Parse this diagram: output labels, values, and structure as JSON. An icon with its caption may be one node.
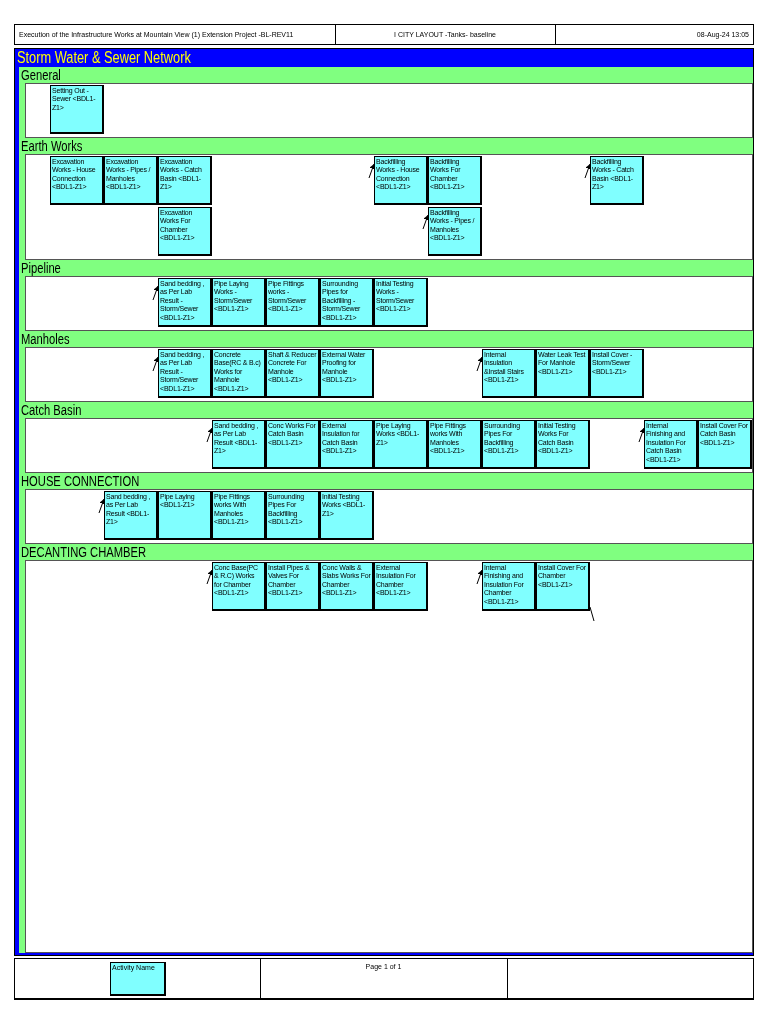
{
  "diagram": {
    "nodes": [
      {
        "text": [
          "Storm Water & Sewer Network"
        ]
      },
      {
        "text": [
          "General"
        ],
        "in": 0
      },
      {
        "text": [
          "Setting Out - Sewer <BDL1-Z1>"
        ],
        "in": 1
      },
      {
        "text": [
          "Earth Works"
        ],
        "in": 0
      },
      {
        "text": [
          "Excavation Works - House Connection <BDL1-Z1>"
        ],
        "in": 3
      },
      {
        "text": [
          "Excavation Works - Pipes / Manholes <BDL1-Z1>"
        ],
        "in": 3
      },
      {
        "text": [
          "Excavation Works - Catch Basin <BDL1-Z1>"
        ],
        "in": 3
      },
      {
        "text": [
          "Excavation Works For Chamber <BDL1-Z1>"
        ],
        "in": 3
      },
      {
        "text": [
          "Backfilling Works - House Connection <BDL1-Z1>"
        ],
        "in": 3
      },
      {
        "text": [
          "Backfilling Works For Chamber <BDL1-Z1>"
        ],
        "in": 3
      },
      {
        "text": [
          "Backfilling Works - Pipes / Manholes <BDL1-Z1>"
        ],
        "in": 3
      },
      {
        "text": [
          "Backfilling Works - Catch Basin <BDL1-Z1>"
        ],
        "in": 3
      },
      {
        "text": [
          "Pipeline"
        ],
        "in": 0
      },
      {
        "text": [
          "Sand bedding , as Per Lab Result - Storm/Sewer <BDL1-Z1>"
        ],
        "in": 12
      },
      {
        "text": [
          "Pipe Laying Works - Storm/Sewer <BDL1-Z1>"
        ],
        "in": 12
      },
      {
        "text": [
          "Pipe Fittings works - Storm/Sewer <BDL1-Z1>"
        ],
        "in": 12
      },
      {
        "text": [
          "Surrounding Pipes for Backfilling - Storm/Sewer <BDL1-Z1>"
        ],
        "in": 12
      },
      {
        "text": [
          "Initial Testing Works - Storm/Sewer <BDL1-Z1>"
        ],
        "in": 12
      },
      {
        "text": [
          "Manholes"
        ],
        "in": 0
      },
      {
        "text": [
          "Sand bedding , as Per Lab Result - Storm/Sewer <BDL1-Z1>"
        ],
        "in": 18
      },
      {
        "text": [
          "Concrete Base(RC & B.c) Works for Manhole <BDL1-Z1>"
        ],
        "in": 18
      },
      {
        "text": [
          "Shaft & Reducer Concrete For Manhole <BDL1-Z1>"
        ],
        "in": 18
      },
      {
        "text": [
          "External Water Proofing for Manhole <BDL1-Z1>"
        ],
        "in": 18
      },
      {
        "text": [
          "Internal Insulation &Install Stairs <BDL1-Z1>"
        ],
        "in": 18
      },
      {
        "text": [
          "Water Leak Test For Manhole <BDL1-Z1>"
        ],
        "in": 18
      },
      {
        "text": [
          "Install Cover - Storm/Sewer <BDL1-Z1>"
        ],
        "in": 18
      },
      {
        "text": [
          "Catch Basin"
        ],
        "in": 0
      },
      {
        "text": [
          "Sand bedding , as Per Lab Result <BDL1-Z1>"
        ],
        "in": 26
      },
      {
        "text": [
          "Conc Works For Catch Basin <BDL1-Z1>"
        ],
        "in": 26
      },
      {
        "text": [
          "External Insulation for Catch Basin <BDL1-Z1>"
        ],
        "in": 26
      },
      {
        "text": [
          "Pipe Laying Works <BDL1-Z1>"
        ],
        "in": 26
      },
      {
        "text": [
          "Pipe Fittings works With Manholes <BDL1-Z1>"
        ],
        "in": 26
      },
      {
        "text": [
          "Surrounding Pipes For Backfilling <BDL1-Z1>"
        ],
        "in": 26
      },
      {
        "text": [
          "Initial Testing Works For Catch Basin <BDL1-Z1>"
        ],
        "in": 26
      },
      {
        "text": [
          "Internal Finishing and Insulation For Catch Basin <BDL1-Z1>"
        ],
        "in": 26
      },
      {
        "text": [
          "Install Cover For Catch Basin <BDL1-Z1>"
        ],
        "in": 26
      },
      {
        "text": [
          "HOUSE CONNECTION"
        ],
        "in": 0
      },
      {
        "text": [
          "Sand bedding , as Per Lab Result <BDL1-Z1>"
        ],
        "in": 36
      },
      {
        "text": [
          "Pipe Laying <BDL1-Z1>"
        ],
        "in": 36
      },
      {
        "text": [
          "Pipe Fittings works With Manholes <BDL1-Z1>"
        ],
        "in": 36
      },
      {
        "text": [
          "Surrounding Pipes For Backfilling <BDL1-Z1>"
        ],
        "in": 36
      },
      {
        "text": [
          "Initial Testing Works <BDL1-Z1>"
        ],
        "in": 36
      },
      {
        "text": [
          "DECANTING CHAMBER"
        ],
        "in": 0
      },
      {
        "text": [
          "Conc Base(PC & R.C) Works for Chamber <BDL1-Z1>"
        ],
        "in": 42
      },
      {
        "text": [
          "Install Pipes & Valves For Chamber <BDL1-Z1>"
        ],
        "in": 42
      },
      {
        "text": [
          "Conc Walls & Slabs Works For Chamber <BDL1-Z1>"
        ],
        "in": 42
      },
      {
        "text": [
          "External Insulation For Chamber <BDL1-Z1>"
        ],
        "in": 42
      },
      {
        "text": [
          "Internal Finishing and Insulation For Chamber <BDL1-Z1>"
        ],
        "in": 42
      },
      {
        "text": [
          "Install Cover For Chamber <BDL1-Z1>"
        ],
        "in": 42
      }
    ],
    "edges": [
      {
        "from": null,
        "to": 8,
        "arrow": "to"
      },
      {
        "from": null,
        "to": 10,
        "arrow": "to"
      },
      {
        "from": null,
        "to": 11,
        "arrow": "to"
      },
      {
        "from": null,
        "to": 13,
        "arrow": "to"
      },
      {
        "from": null,
        "to": 19,
        "arrow": "to"
      },
      {
        "from": null,
        "to": 23,
        "arrow": "to"
      },
      {
        "from": null,
        "to": 27,
        "arrow": "to"
      },
      {
        "from": null,
        "to": 34,
        "arrow": "to"
      },
      {
        "from": null,
        "to": 37,
        "arrow": "to"
      },
      {
        "from": null,
        "to": 43,
        "arrow": "to"
      },
      {
        "from": null,
        "to": 47,
        "arrow": "to"
      },
      {
        "from": 48,
        "to": null,
        "arrow": "none"
      }
    ],
    "labels": [
      "Execution of the Infrastructure Works at Mountain View (1) Extension Project -BL-REV11",
      "I CITY LAYOUT -Tanks- baseline",
      "08-Aug-24 13:05",
      "Page 1 of 1"
    ],
    "legend": [
      {
        "text": "Activity Name",
        "color": "#80ffff"
      }
    ]
  }
}
